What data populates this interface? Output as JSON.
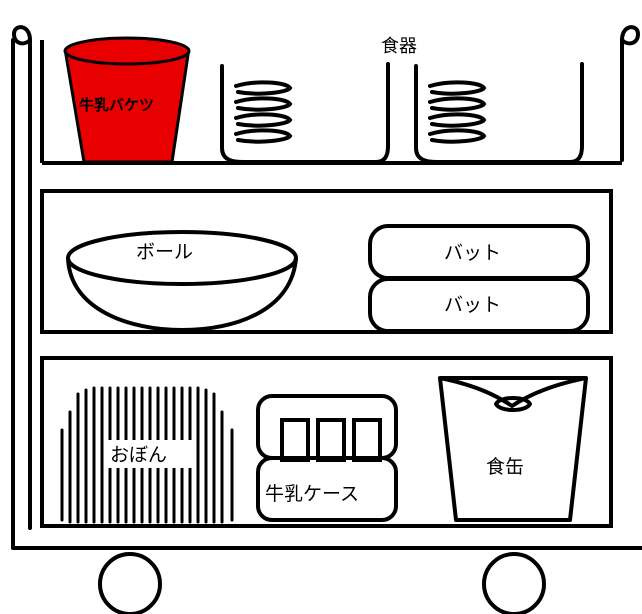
{
  "colors": {
    "line": "#000000",
    "background": "#ffffff",
    "milk_bucket_fill": "#e80000"
  },
  "shelves": {
    "top": {
      "section_label": "食器",
      "items": {
        "milk_bucket": "牛乳バケツ"
      }
    },
    "middle": {
      "items": {
        "bowl": "ボール",
        "vat_top": "バット",
        "vat_bottom": "バット"
      }
    },
    "bottom": {
      "items": {
        "trays": "おぼん",
        "milk_case": "牛乳ケース",
        "food_can": "食缶"
      }
    }
  }
}
